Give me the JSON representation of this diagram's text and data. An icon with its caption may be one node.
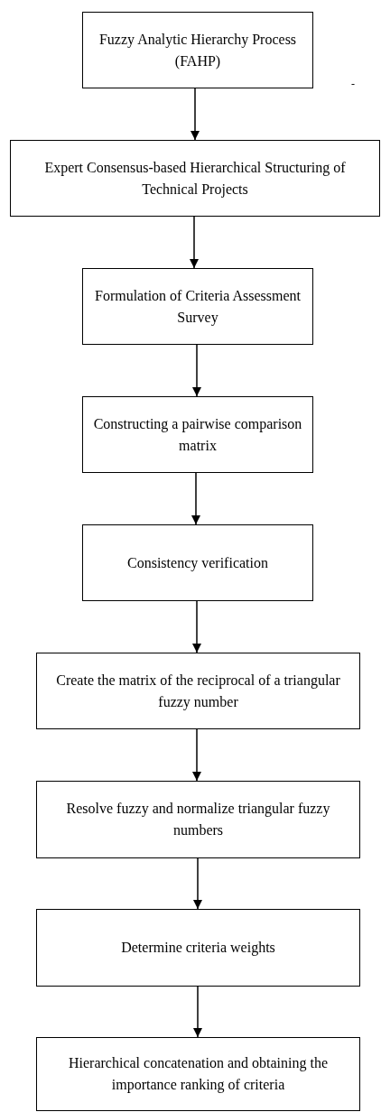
{
  "diagram": {
    "nodes": [
      {
        "text": [
          "Fuzzy Analytic Hierarchy Process (FAHP)"
        ]
      },
      {
        "text": [
          "Expert Consensus-based Hierarchical Structuring of Technical Projects"
        ]
      },
      {
        "text": [
          "Formulation of Criteria Assessment Survey"
        ]
      },
      {
        "text": [
          "Constructing a pairwise comparison matrix"
        ]
      },
      {
        "text": [
          "Consistency verification"
        ]
      },
      {
        "text": [
          "Create the matrix of the reciprocal of a triangular fuzzy number"
        ]
      },
      {
        "text": [
          "Resolve fuzzy and normalize triangular fuzzy numbers"
        ]
      },
      {
        "text": [
          "Determine criteria weights"
        ]
      },
      {
        "text": [
          "Hierarchical concatenation and obtaining the importance ranking of criteria"
        ]
      }
    ],
    "edges": [
      {
        "from": 0,
        "to": 1,
        "arrow": "to"
      },
      {
        "from": 1,
        "to": 2,
        "arrow": "to"
      },
      {
        "from": 2,
        "to": 3,
        "arrow": "to"
      },
      {
        "from": 3,
        "to": 4,
        "arrow": "to"
      },
      {
        "from": 4,
        "to": 5,
        "arrow": "to"
      },
      {
        "from": 5,
        "to": 6,
        "arrow": "to"
      },
      {
        "from": 6,
        "to": 7,
        "arrow": "to"
      },
      {
        "from": 7,
        "to": 8,
        "arrow": "to"
      }
    ],
    "labels": [
      "-"
    ]
  }
}
